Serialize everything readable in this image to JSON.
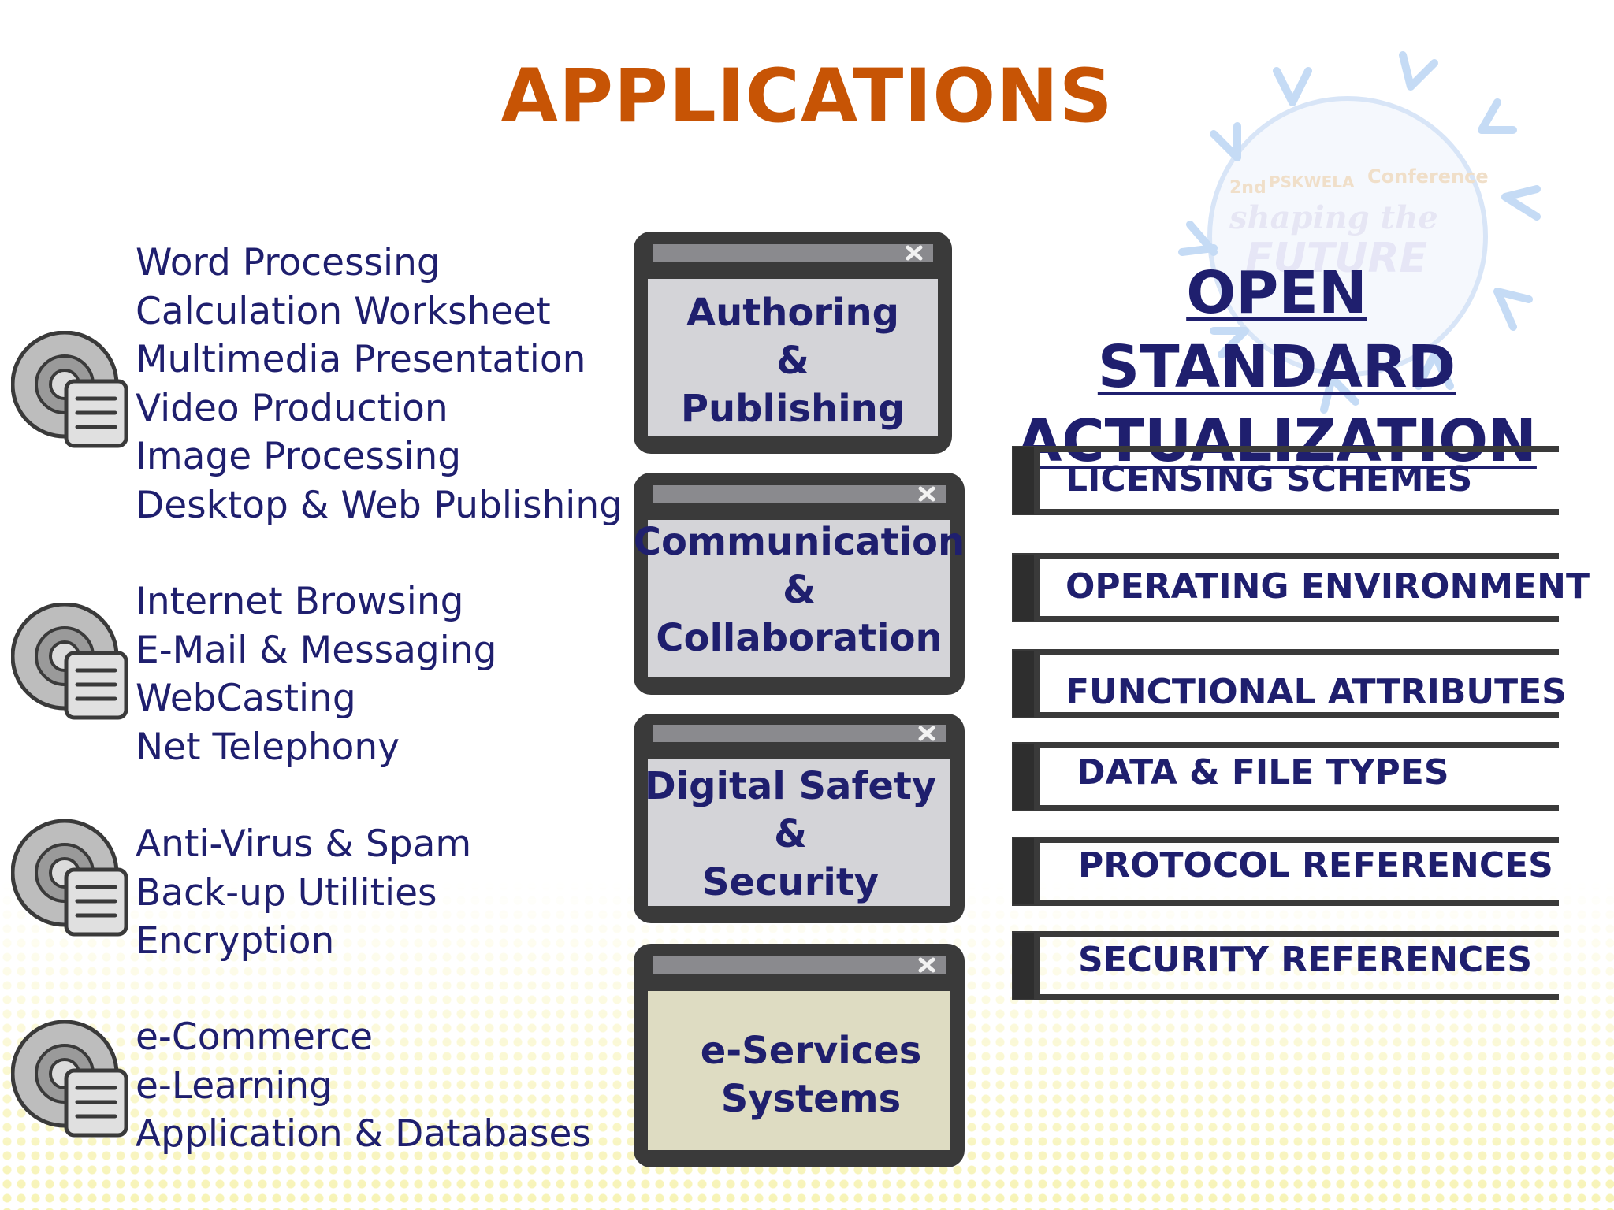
{
  "title": "APPLICATIONS",
  "application_groups": [
    {
      "icon": "cd-document-icon",
      "items": [
        "Word Processing",
        "Calculation Worksheet",
        "Multimedia Presentation",
        "Video Production",
        "Image Processing",
        "Desktop & Web Publishing"
      ]
    },
    {
      "icon": "cd-document-icon",
      "items": [
        "Internet Browsing",
        "E-Mail & Messaging",
        "WebCasting",
        "Net Telephony"
      ]
    },
    {
      "icon": "cd-document-icon",
      "items": [
        "Anti-Virus & Spam",
        "Back-up Utilities",
        "Encryption"
      ]
    },
    {
      "icon": "cd-document-icon",
      "items": [
        "e-Commerce",
        "e-Learning",
        "Application & Databases"
      ]
    }
  ],
  "categories": [
    {
      "lines": [
        "Authoring",
        "&",
        "Publishing"
      ]
    },
    {
      "lines": [
        "Communication",
        "&",
        "Collaboration"
      ]
    },
    {
      "lines": [
        "Digital Safety",
        "&",
        "Security"
      ]
    },
    {
      "lines": [
        "e-Services",
        "Systems"
      ]
    }
  ],
  "open_standard": {
    "title_line1": "OPEN STANDARD",
    "title_line2": "ACTUALIZATION",
    "items": [
      "LICENSING SCHEMES",
      "OPERATING ENVIRONMENT",
      "FUNCTIONAL ATTRIBUTES",
      "DATA & FILE TYPES",
      "PROTOCOL REFERENCES",
      "SECURITY REFERENCES"
    ]
  },
  "logo": {
    "text_top": "2nd",
    "text_brand": "PSKWELA",
    "text_conf": "Conference",
    "text_motto1": "shaping the",
    "text_motto2": "FUTURE"
  },
  "colors": {
    "title": "#c75405",
    "text": "#1f1f6e",
    "window_frame": "#3a3a3a",
    "window_body": "#d4d4d8"
  }
}
